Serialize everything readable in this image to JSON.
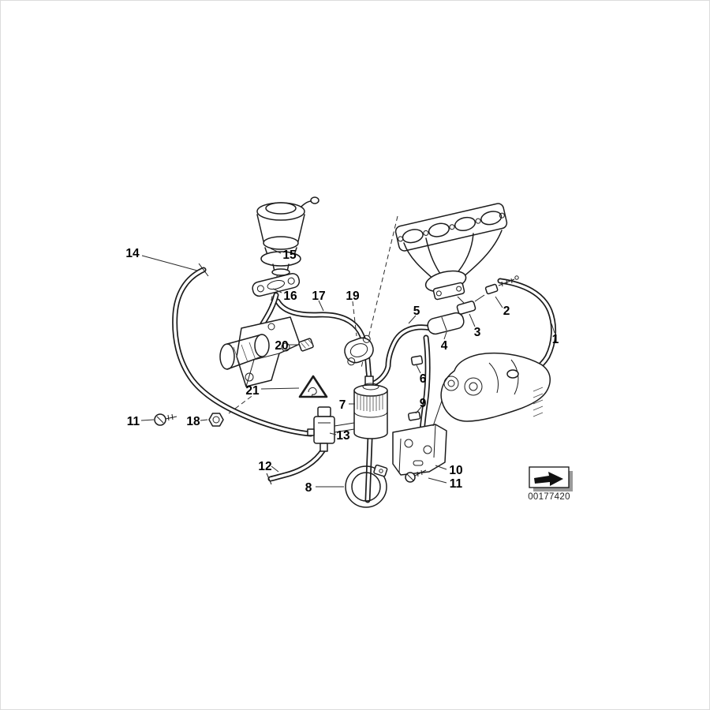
{
  "diagram": {
    "type": "parts-diagram",
    "number": "00177420",
    "arrow_icon": "direction-arrow-icon",
    "callouts": [
      {
        "part": "14",
        "label": "14"
      },
      {
        "part": "15",
        "label": "15"
      },
      {
        "part": "16",
        "label": "16"
      },
      {
        "part": "17",
        "label": "17"
      },
      {
        "part": "19",
        "label": "19"
      },
      {
        "part": "20",
        "label": "20"
      },
      {
        "part": "21",
        "label": "21"
      },
      {
        "part": "5",
        "label": "5"
      },
      {
        "part": "2",
        "label": "2"
      },
      {
        "part": "3",
        "label": "3"
      },
      {
        "part": "4",
        "label": "4"
      },
      {
        "part": "1",
        "label": "1"
      },
      {
        "part": "6",
        "label": "6"
      },
      {
        "part": "9",
        "label": "9"
      },
      {
        "part": "7",
        "label": "7"
      },
      {
        "part": "11",
        "label": "11"
      },
      {
        "part": "18",
        "label": "18"
      },
      {
        "part": "13",
        "label": "13"
      },
      {
        "part": "12",
        "label": "12"
      },
      {
        "part": "10",
        "label": "10"
      },
      {
        "part": "11",
        "label": "11"
      },
      {
        "part": "8",
        "label": "8"
      }
    ]
  }
}
